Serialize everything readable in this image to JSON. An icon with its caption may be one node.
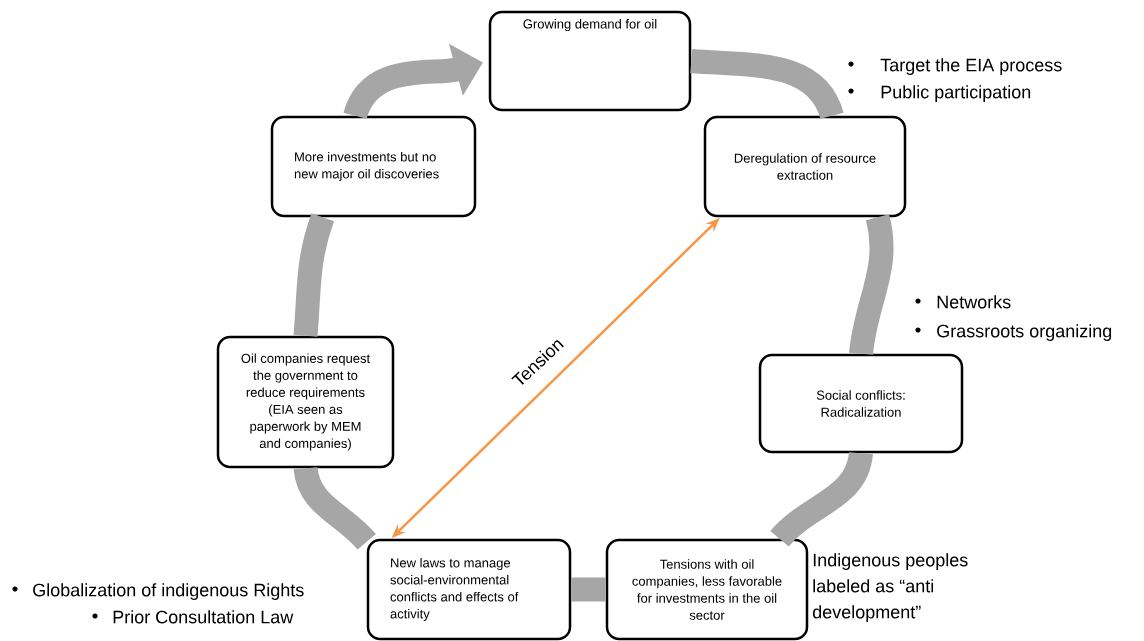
{
  "diagram": {
    "nodes": [
      {
        "text": [
          "Growing demand for oil"
        ]
      },
      {
        "text": [
          "More investments but no new major oil discoveries"
        ]
      },
      {
        "text": [
          "Deregulation of resource extraction"
        ]
      },
      {
        "text": [
          "Oil companies request the government to reduce requirements (EIA seen as paperwork by MEM and companies)"
        ]
      },
      {
        "text": [
          "Social conflicts: Radicalization"
        ]
      },
      {
        "text": [
          "New laws to manage social-environmental conflicts and effects of activity"
        ]
      },
      {
        "text": [
          "Tensions with oil companies, less favorable for investments in the oil sector"
        ],
        "beside": [
          "Indigenous peoples labeled as “anti development”"
        ]
      }
    ],
    "edges": [
      {
        "from": 0,
        "to": 2,
        "arrow": "none"
      },
      {
        "from": 2,
        "to": 4,
        "arrow": "none"
      },
      {
        "from": 4,
        "to": 6,
        "arrow": "none"
      },
      {
        "from": 6,
        "to": 5,
        "arrow": "none"
      },
      {
        "from": 5,
        "to": 3,
        "arrow": "none"
      },
      {
        "from": 3,
        "to": 1,
        "arrow": "none"
      },
      {
        "from": 1,
        "to": 0,
        "arrow": "to"
      },
      {
        "from": 2,
        "to": 5,
        "arrow": "both",
        "label": "Tension",
        "color": "#f79646"
      }
    ],
    "labels": [
      "Target the EIA process",
      "Public participation",
      "Networks",
      "Grassroots organizing",
      "Globalization of indigenous Rights",
      "Prior Consultation Law"
    ]
  }
}
